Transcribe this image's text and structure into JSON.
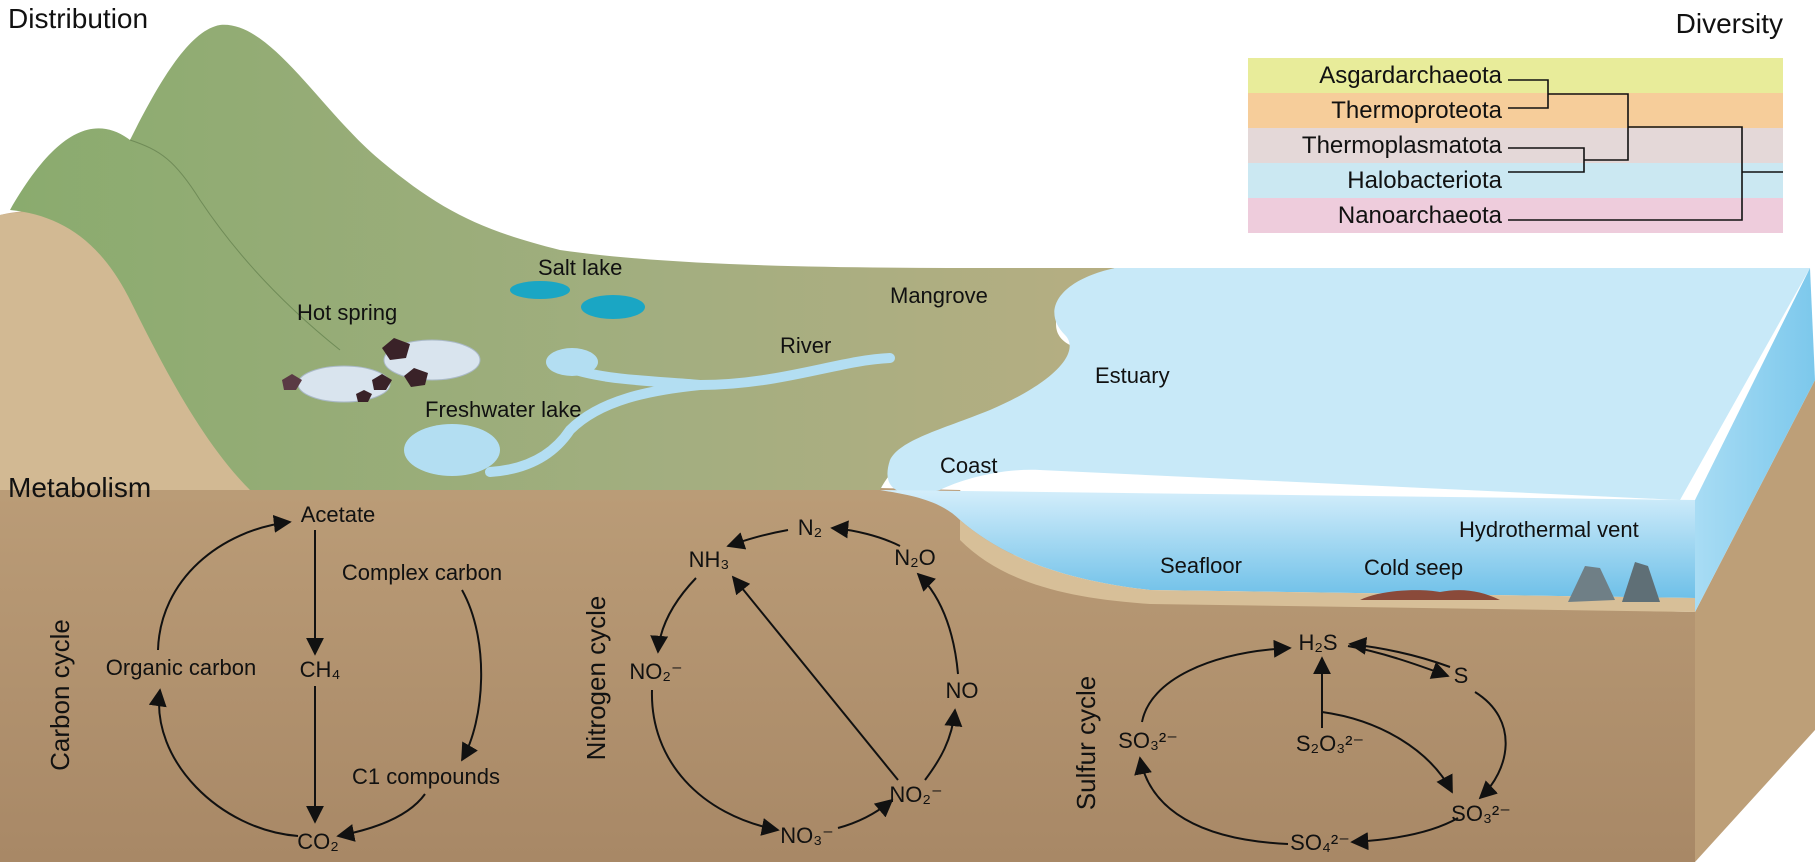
{
  "titles": {
    "distribution": "Distribution",
    "diversity": "Diversity",
    "metabolism": "Metabolism"
  },
  "habitats": {
    "hot_spring": "Hot spring",
    "salt_lake": "Salt lake",
    "mangrove": "Mangrove",
    "river": "River",
    "freshwater_lake": "Freshwater lake",
    "estuary": "Estuary",
    "coast": "Coast",
    "seafloor": "Seafloor",
    "cold_seep": "Cold seep",
    "hydrothermal_vent": "Hydrothermal vent"
  },
  "diversity": {
    "phyla": [
      {
        "name": "Asgardarchaeota",
        "color": "#e8ec9a"
      },
      {
        "name": "Thermoproteota",
        "color": "#f6cd9a"
      },
      {
        "name": "Thermoplasmatota",
        "color": "#e4d8d8"
      },
      {
        "name": "Halobacteriota",
        "color": "#cbe8f2"
      },
      {
        "name": "Nanoarchaeota",
        "color": "#eeccdc"
      }
    ]
  },
  "carbon_cycle": {
    "title": "Carbon cycle",
    "acetate": "Acetate",
    "complex_carbon": "Complex carbon",
    "organic_carbon": "Organic carbon",
    "ch4": "CH₄",
    "c1_compounds": "C1 compounds",
    "co2": "CO₂"
  },
  "nitrogen_cycle": {
    "title": "Nitrogen cycle",
    "n2": "N₂",
    "nh3": "NH₃",
    "n2o": "N₂O",
    "no2_left": "NO₂⁻",
    "no": "NO",
    "no2_right": "NO₂⁻",
    "no3": "NO₃⁻"
  },
  "sulfur_cycle": {
    "title": "Sulfur cycle",
    "h2s": "H₂S",
    "s": "S",
    "so3_left": "SO₃²⁻",
    "s2o3": "S₂O₃²⁻",
    "so3_right": "SO₃²⁻",
    "so4": "SO₄²⁻"
  }
}
